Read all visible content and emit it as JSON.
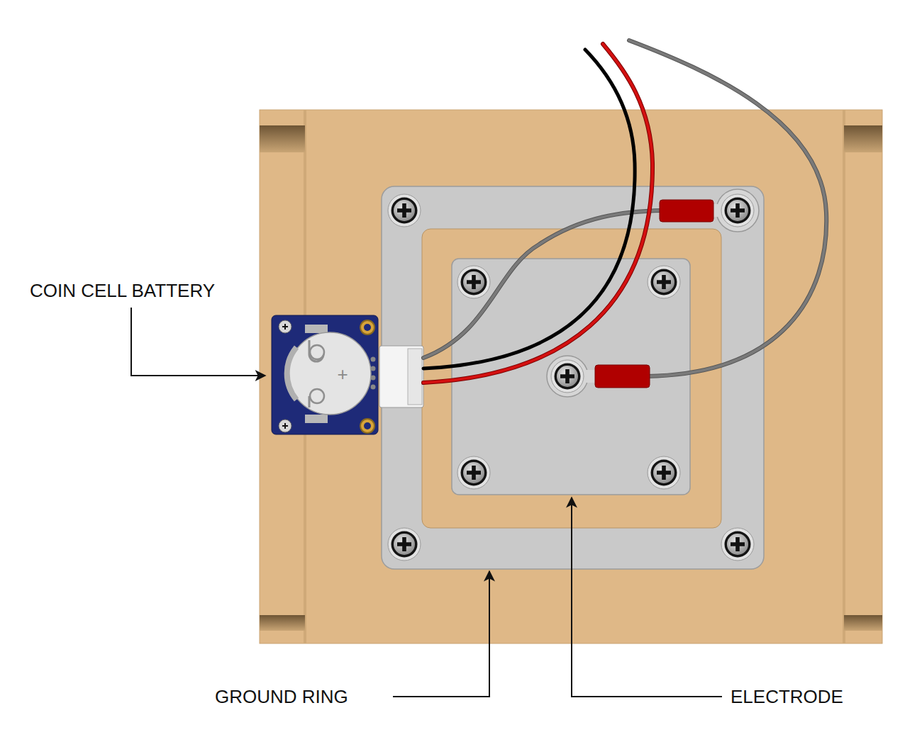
{
  "diagram": {
    "labels": [
      "COIN CELL BATTERY",
      "+",
      "GROUND RING",
      "ELECTRODE"
    ]
  }
}
